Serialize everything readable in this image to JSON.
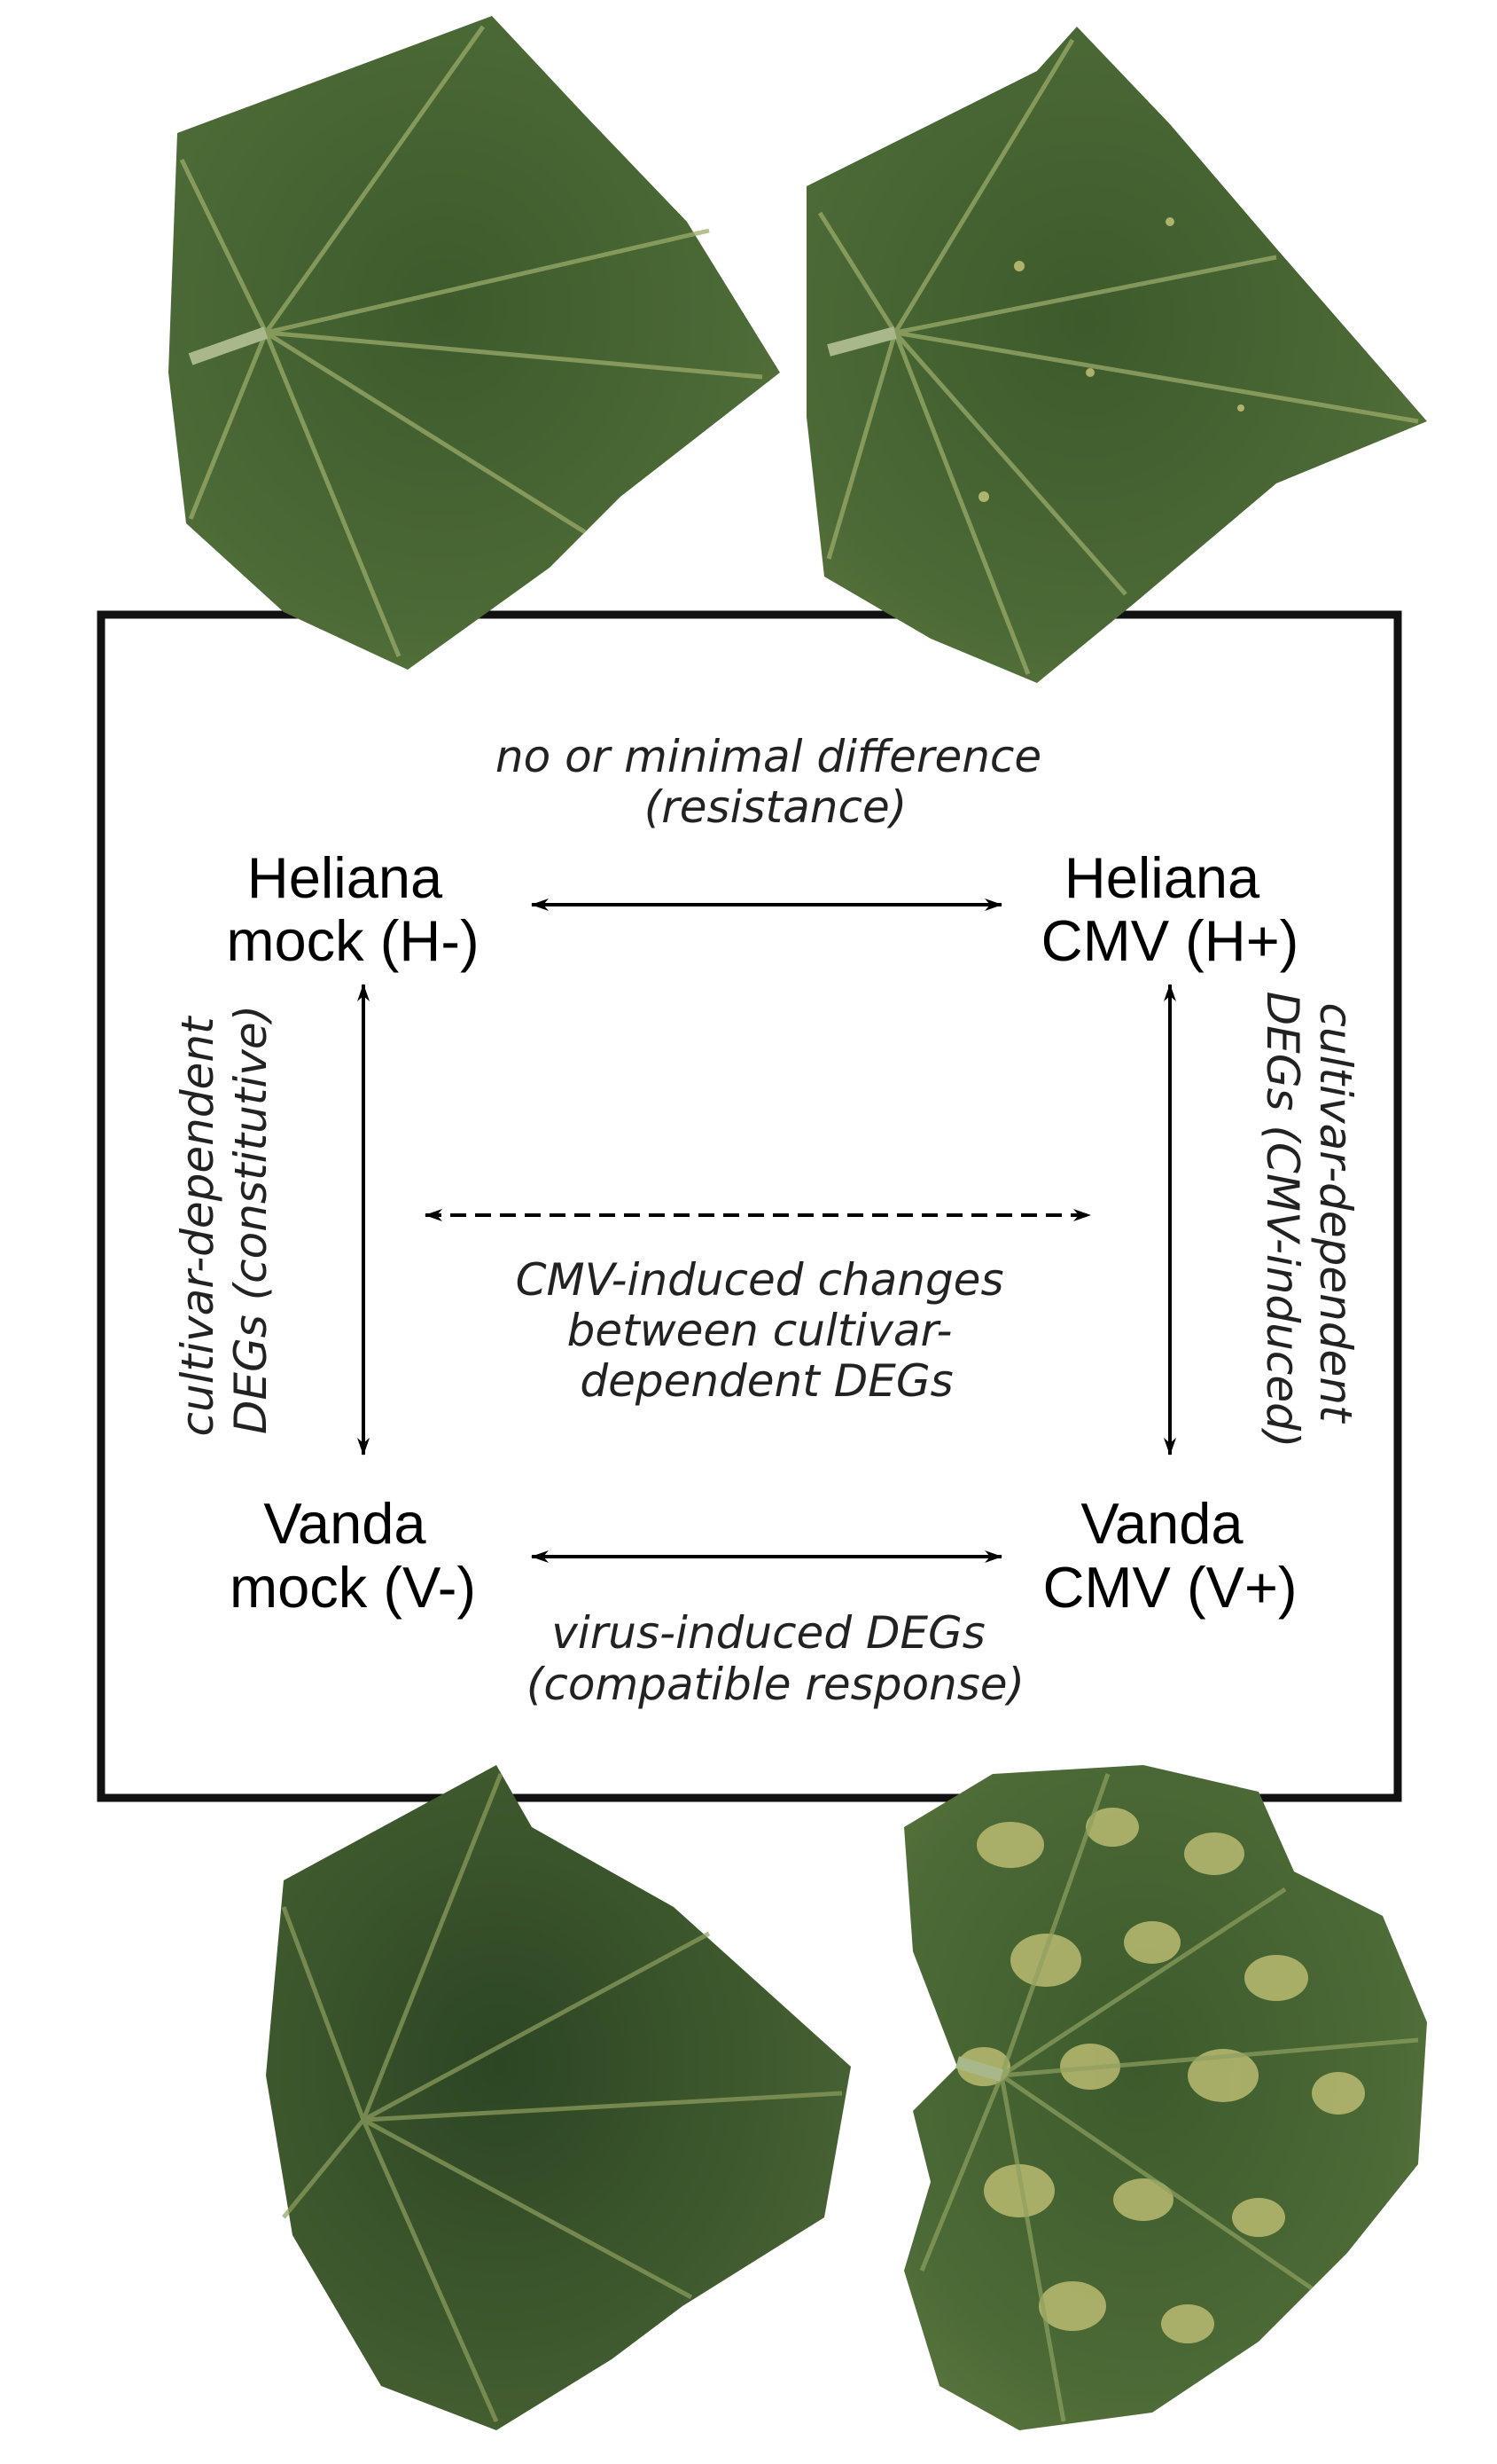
{
  "colors": {
    "frame": "#111111",
    "arrow": "#000000",
    "leaf_dark": "#2f4a24",
    "leaf_mid": "#4c6a36",
    "leaf_vein": "#9bab6a",
    "leaf_chlorosis": "#c9c77a"
  },
  "nodes": {
    "h_minus": {
      "line1": "Heliana",
      "line2": "mock (H-)"
    },
    "h_plus": {
      "line1": "Heliana",
      "line2": "CMV (H+)"
    },
    "v_minus": {
      "line1": "Vanda",
      "line2": "mock (V-)"
    },
    "v_plus": {
      "line1": "Vanda",
      "line2": "CMV (V+)"
    }
  },
  "edges": {
    "top": {
      "line1": "no or minimal difference",
      "line2": "(resistance)"
    },
    "bottom": {
      "line1": "virus-induced DEGs",
      "line2": "(compatible response)"
    },
    "left": {
      "line1": "cultivar-dependent",
      "line2": "DEGs (constitutive)"
    },
    "right": {
      "line1": "cultivar-dependent",
      "line2": "DEGs (CMV-induced)"
    },
    "center": {
      "line1": "CMV-induced changes",
      "line2": "between cultivar-",
      "line3": "dependent DEGs"
    }
  },
  "photos": [
    {
      "id": "leaf-heliana-mock",
      "icon": "cucumber-leaf-healthy"
    },
    {
      "id": "leaf-heliana-cmv",
      "icon": "cucumber-leaf-healthy"
    },
    {
      "id": "leaf-vanda-mock",
      "icon": "cucumber-leaf-healthy"
    },
    {
      "id": "leaf-vanda-cmv",
      "icon": "cucumber-leaf-mosaic"
    }
  ]
}
